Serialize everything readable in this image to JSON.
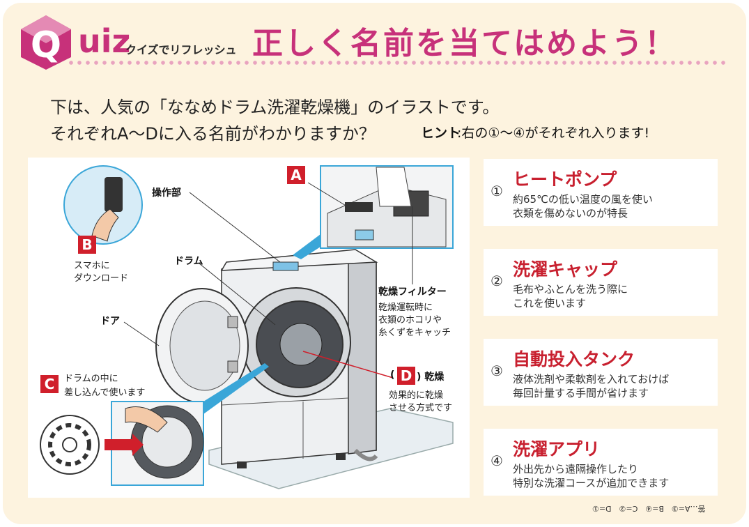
{
  "header": {
    "q_letter": "Q",
    "quiz_word": "uiz",
    "quiz_subtitle": "クイズでリフレッシュ",
    "title": "正しく名前を当てはめよう！"
  },
  "intro": {
    "line1": "下は、人気の「ななめドラム洗濯乾燥機」のイラストです。",
    "line2": "それぞれA～Dに入る名前がわかりますか？",
    "hint_label": "ヒント",
    "hint_text": ":右の①～④がそれぞれ入ります!"
  },
  "illustration": {
    "label_A": "A",
    "label_B": "B",
    "label_C": "C",
    "label_D": "D",
    "b_desc1": "スマホに",
    "b_desc2": "ダウンロード",
    "c_desc1": "ドラムの中に",
    "c_desc2": "差し込んで使います",
    "d_prefix": "(",
    "d_suffix": ") 乾燥",
    "d_desc1": "効果的に乾燥",
    "d_desc2": "させる方式です",
    "control_panel": "操作部",
    "drum": "ドラム",
    "door": "ドア",
    "filter_title": "乾燥フィルター",
    "filter_desc1": "乾燥運転時に",
    "filter_desc2": "衣類のホコリや",
    "filter_desc3": "糸くずをキャッチ"
  },
  "answers": [
    {
      "num": "①",
      "name": "ヒートポンプ",
      "desc1": "約65℃の低い温度の風を使い",
      "desc2": "衣類を傷めないのが特長"
    },
    {
      "num": "②",
      "name": "洗濯キャップ",
      "desc1": "毛布やふとんを洗う際に",
      "desc2": "これを使います"
    },
    {
      "num": "③",
      "name": "自動投入タンク",
      "desc1": "液体洗剤や柔軟剤を入れておけば",
      "desc2": "毎回計量する手間が省けます"
    },
    {
      "num": "④",
      "name": "洗濯アプリ",
      "desc1": "外出先から遠隔操作したり",
      "desc2": "特別な洗濯コースが追加できます"
    }
  ],
  "answer_key": "答…A=③　B=④　C=②　D=①",
  "colors": {
    "accent": "#c7317a",
    "red": "#d01f2b",
    "cyan": "#3aa6d8",
    "bg": "#fdf3df"
  }
}
